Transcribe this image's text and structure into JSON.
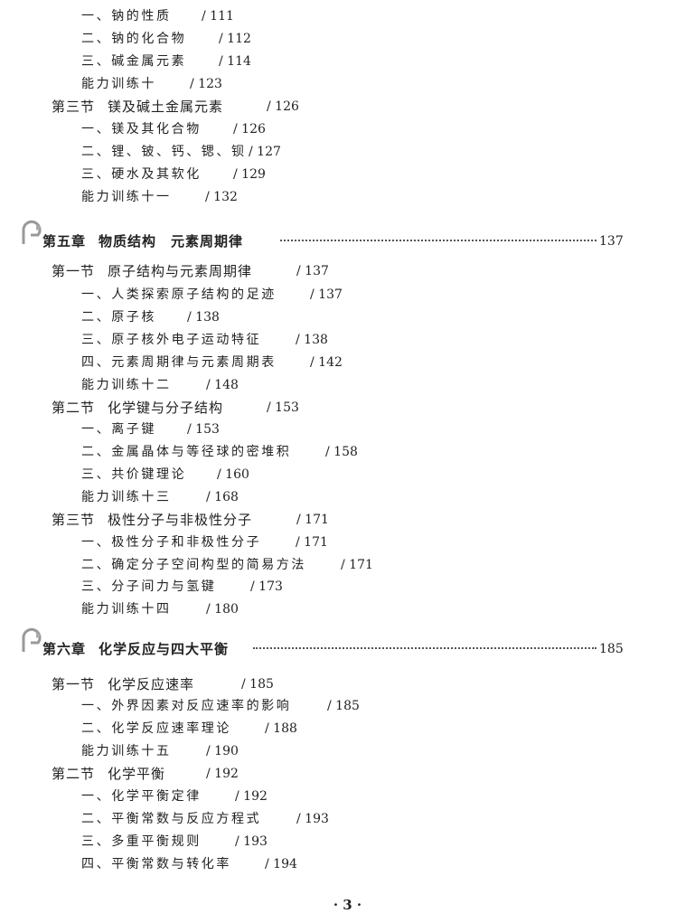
{
  "top": [
    {
      "title": "一、钠的性质",
      "page": "/ 111"
    },
    {
      "title": "二、钠的化合物",
      "page": "/ 112"
    },
    {
      "title": "三、碱金属元素",
      "page": "/ 114"
    },
    {
      "title": "能力训练十",
      "page": "/ 123"
    }
  ],
  "sec3": {
    "label": "第三节",
    "title": "镁及碱土金属元素",
    "page": "/ 126",
    "items": [
      {
        "title": "一、镁及其化合物",
        "page": "/ 126"
      },
      {
        "title": "二、锂、铍、钙、锶、钡",
        "page": "/ 127"
      },
      {
        "title": "三、硬水及其软化",
        "page": "/ 129"
      },
      {
        "title": "能力训练十一",
        "page": "/ 132"
      }
    ]
  },
  "ch5": {
    "label": "第五章",
    "title": "物质结构　元素周期律",
    "page": "137",
    "s1": {
      "label": "第一节",
      "title": "原子结构与元素周期律",
      "page": "/ 137",
      "items": [
        {
          "title": "一、人类探索原子结构的足迹",
          "page": "/ 137"
        },
        {
          "title": "二、原子核",
          "page": "/ 138"
        },
        {
          "title": "三、原子核外电子运动特征",
          "page": "/ 138"
        },
        {
          "title": "四、元素周期律与元素周期表",
          "page": "/ 142"
        },
        {
          "title": "能力训练十二",
          "page": "/ 148"
        }
      ]
    },
    "s2": {
      "label": "第二节",
      "title": "化学键与分子结构",
      "page": "/ 153",
      "items": [
        {
          "title": "一、离子键",
          "page": "/ 153"
        },
        {
          "title": "二、金属晶体与等径球的密堆积",
          "page": "/ 158"
        },
        {
          "title": "三、共价键理论",
          "page": "/ 160"
        },
        {
          "title": "能力训练十三",
          "page": "/ 168"
        }
      ]
    },
    "s3": {
      "label": "第三节",
      "title": "极性分子与非极性分子",
      "page": "/ 171",
      "items": [
        {
          "title": "一、极性分子和非极性分子",
          "page": "/ 171"
        },
        {
          "title": "二、确定分子空间构型的简易方法",
          "page": "/ 171"
        },
        {
          "title": "三、分子间力与氢键",
          "page": "/ 173"
        },
        {
          "title": "能力训练十四",
          "page": "/ 180"
        }
      ]
    }
  },
  "ch6": {
    "label": "第六章",
    "title": "化学反应与四大平衡",
    "page": "185",
    "s1": {
      "label": "第一节",
      "title": "化学反应速率",
      "page": "/ 185",
      "items": [
        {
          "title": "一、外界因素对反应速率的影响",
          "page": "/ 185"
        },
        {
          "title": "二、化学反应速率理论",
          "page": "/ 188"
        },
        {
          "title": "能力训练十五",
          "page": "/ 190"
        }
      ]
    },
    "s2": {
      "label": "第二节",
      "title": "化学平衡",
      "page": "/ 192",
      "items": [
        {
          "title": "一、化学平衡定律",
          "page": "/ 192"
        },
        {
          "title": "二、平衡常数与反应方程式",
          "page": "/ 193"
        },
        {
          "title": "三、多重平衡规则",
          "page": "/ 193"
        },
        {
          "title": "四、平衡常数与转化率",
          "page": "/ 194"
        }
      ]
    }
  },
  "page_number": "· 3 ·"
}
